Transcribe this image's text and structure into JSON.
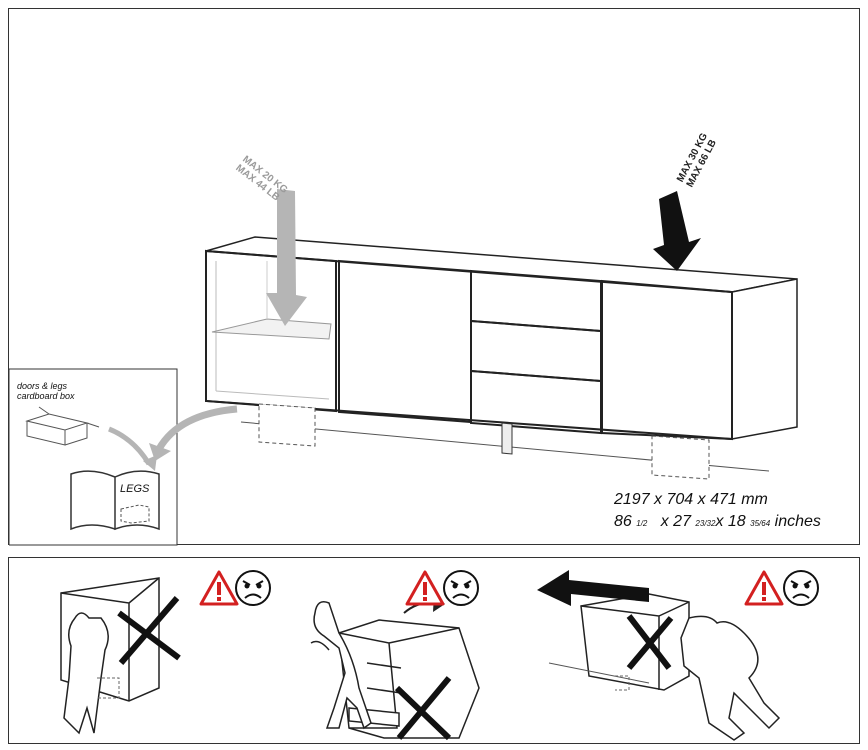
{
  "top_panel": {
    "load_left": {
      "line1": "MAX 20 KG",
      "line2": "MAX 44 LB"
    },
    "load_right": {
      "line1": "MAX 30 KG",
      "line2": "MAX 66 LB"
    },
    "inset": {
      "box_label_1": "doors & legs",
      "box_label_2": "cardboard box",
      "manual_label": "LEGS"
    },
    "dimensions": {
      "mm": "2197 x 704 x 471 mm",
      "in_whole_1": "86",
      "in_frac_1": "1/2",
      "in_whole_2": "x 27",
      "in_frac_2": "23/32",
      "in_whole_3": "x 18",
      "in_frac_3": "35/64",
      "in_unit": "inches"
    }
  },
  "warnings": [
    {
      "icon": "warning-triangle-icon",
      "face": "angry-face-icon",
      "scene": "child-climbing-cabinet"
    },
    {
      "icon": "warning-triangle-icon",
      "face": "angry-face-icon",
      "scene": "child-pulling-drawers"
    },
    {
      "icon": "warning-triangle-icon",
      "face": "angry-face-icon",
      "scene": "person-pushing-cabinet"
    }
  ],
  "colors": {
    "warning_red": "#d32020",
    "arrow_gray": "#b5b5b5",
    "ink": "#111111"
  }
}
